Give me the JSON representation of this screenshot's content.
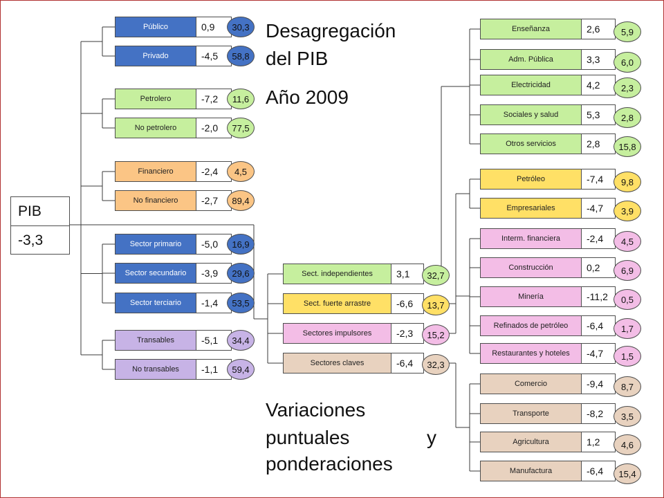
{
  "root": {
    "name": "PIB",
    "value": "-3,3"
  },
  "title": {
    "line1": "Desagregación",
    "line2": "del PIB",
    "year": "Año 2009"
  },
  "subtitle": {
    "line1_left": "Variaciones",
    "line2_left": "puntuales",
    "line2_right": "y",
    "line3": "ponderaciones"
  },
  "colors": {
    "blue": "#4472c4",
    "green": "#c6ef9e",
    "orange": "#fbc585",
    "purple": "#c7b3e6",
    "tan": "#e8d2bf",
    "yellow": "#ffe066",
    "pink": "#f3bde6",
    "ellipse_green": "#c6ef9e",
    "line": "#3a3a3a"
  },
  "left_groups": [
    {
      "color": "blue",
      "items": [
        {
          "label": "Público",
          "variation": "0,9",
          "weight": "30,3"
        },
        {
          "label": "Privado",
          "variation": "-4,5",
          "weight": "58,8"
        }
      ]
    },
    {
      "color": "green",
      "items": [
        {
          "label": "Petrolero",
          "variation": "-7,2",
          "weight": "11,6"
        },
        {
          "label": "No petrolero",
          "variation": "-2,0",
          "weight": "77,5"
        }
      ]
    },
    {
      "color": "orange",
      "items": [
        {
          "label": "Financiero",
          "variation": "-2,4",
          "weight": "4,5"
        },
        {
          "label": "No financiero",
          "variation": "-2,7",
          "weight": "89,4"
        }
      ]
    },
    {
      "color": "blue",
      "items": [
        {
          "label": "Sector primario",
          "variation": "-5,0",
          "weight": "16,9"
        },
        {
          "label": "Sector secundario",
          "variation": "-3,9",
          "weight": "29,6"
        },
        {
          "label": "Sector terciario",
          "variation": "-1,4",
          "weight": "53,5"
        }
      ]
    },
    {
      "color": "purple",
      "items": [
        {
          "label": "Transables",
          "variation": "-5,1",
          "weight": "34,4"
        },
        {
          "label": "No transables",
          "variation": "-1,1",
          "weight": "59,4"
        }
      ]
    }
  ],
  "middle_items": [
    {
      "label": "Sect.  independientes",
      "variation": "3,1",
      "weight": "32,7"
    },
    {
      "label": "Sect. fuerte arrastre",
      "variation": "-6,6",
      "weight": "13,7"
    },
    {
      "label": "Sectores impulsores",
      "variation": "-2,3",
      "weight": "15,2"
    },
    {
      "label": "Sectores claves",
      "variation": "-6,4",
      "weight": "32,3"
    }
  ],
  "right_groups": [
    {
      "parent": "Sect.  independientes",
      "color": "green",
      "items": [
        {
          "label": "Enseñanza",
          "variation": "2,6",
          "weight": "5,9"
        },
        {
          "label": "Adm. Pública",
          "variation": "3,3",
          "weight": "6,0"
        },
        {
          "label": "Electricidad",
          "variation": "4,2",
          "weight": "2,3"
        },
        {
          "label": "Sociales y salud",
          "variation": "5,3",
          "weight": "2,8"
        },
        {
          "label": "Otros servicios",
          "variation": "2,8",
          "weight": "15,8"
        }
      ]
    },
    {
      "parent": "Sect. fuerte arrastre",
      "color": "yellow",
      "items": [
        {
          "label": "Petróleo",
          "variation": "-7,4",
          "weight": "9,8"
        },
        {
          "label": "Empresariales",
          "variation": "-4,7",
          "weight": "3,9"
        }
      ]
    },
    {
      "parent": "Sectores impulsores",
      "color": "pink",
      "items": [
        {
          "label": "Interm.  financiera",
          "variation": "-2,4",
          "weight": "4,5"
        },
        {
          "label": "Construcción",
          "variation": "0,2",
          "weight": "6,9"
        },
        {
          "label": "Minería",
          "variation": "-11,2",
          "weight": "0,5"
        },
        {
          "label": "Refinados de petróleo",
          "variation": "-6,4",
          "weight": "1,7"
        },
        {
          "label": "Restaurantes  y hoteles",
          "variation": "-4,7",
          "weight": "1,5"
        }
      ]
    },
    {
      "parent": "Sectores claves",
      "color": "tan",
      "items": [
        {
          "label": "Comercio",
          "variation": "-9,4",
          "weight": "8,7"
        },
        {
          "label": "Transporte",
          "variation": "-8,2",
          "weight": "3,5"
        },
        {
          "label": "Agricultura",
          "variation": "1,2",
          "weight": "4,6"
        },
        {
          "label": "Manufactura",
          "variation": "-6,4",
          "weight": "15,4"
        }
      ]
    }
  ]
}
